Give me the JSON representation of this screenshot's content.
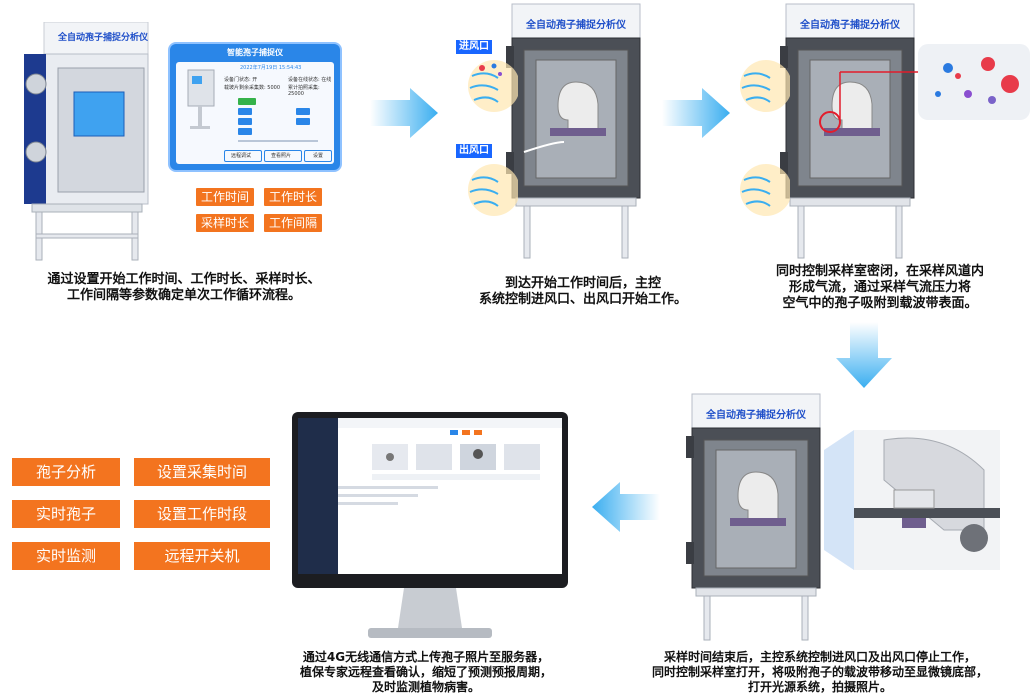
{
  "machine_title": "全自动孢子捕捉分析仪",
  "panel": {
    "title": "智能孢子捕捉仪",
    "datetime": "2022年7月19日 15:54:43",
    "rows": [
      "设备门状态: 开",
      "设备在线状态: 在线",
      "载玻片剩余采集数: 5000",
      "累计拍照采集: 25000"
    ],
    "buttons": [
      "远程调试",
      "查看照片",
      "设置"
    ]
  },
  "step1_tags": [
    "工作时间",
    "工作时长",
    "采样时长",
    "工作间隔"
  ],
  "step1_caption": "通过设置开始工作时间、工作时长、采样时长、\n工作间隔等参数确定单次工作循环流程。",
  "step2_inlet": "进风口",
  "step2_outlet": "出风口",
  "step2_caption": "到达开始工作时间后，主控\n系统控制进风口、出风口开始工作。",
  "step3_caption": "同时控制采样室密闭，在采样风道内\n形成气流，通过采样气流压力将\n空气中的孢子吸附到载波带表面。",
  "step4_caption": "采样时间结束后，主控系统控制进风口及出风口停止工作，\n同时控制采样室打开，将吸附孢子的载波带移动至显微镜底部，\n打开光源系统，拍摄照片。",
  "step5_caption": "通过4G无线通信方式上传孢子照片至服务器，\n植保专家远程查看确认，缩短了预测预报周期，\n及时监测植物病害。",
  "features": [
    "孢子分析",
    "设置采集时间",
    "实时孢子",
    "设置工作时段",
    "实时监测",
    "远程开关机"
  ],
  "colors": {
    "orange": "#f3741f",
    "blue": "#1f4fc9",
    "arrow": "#3aaef0"
  }
}
